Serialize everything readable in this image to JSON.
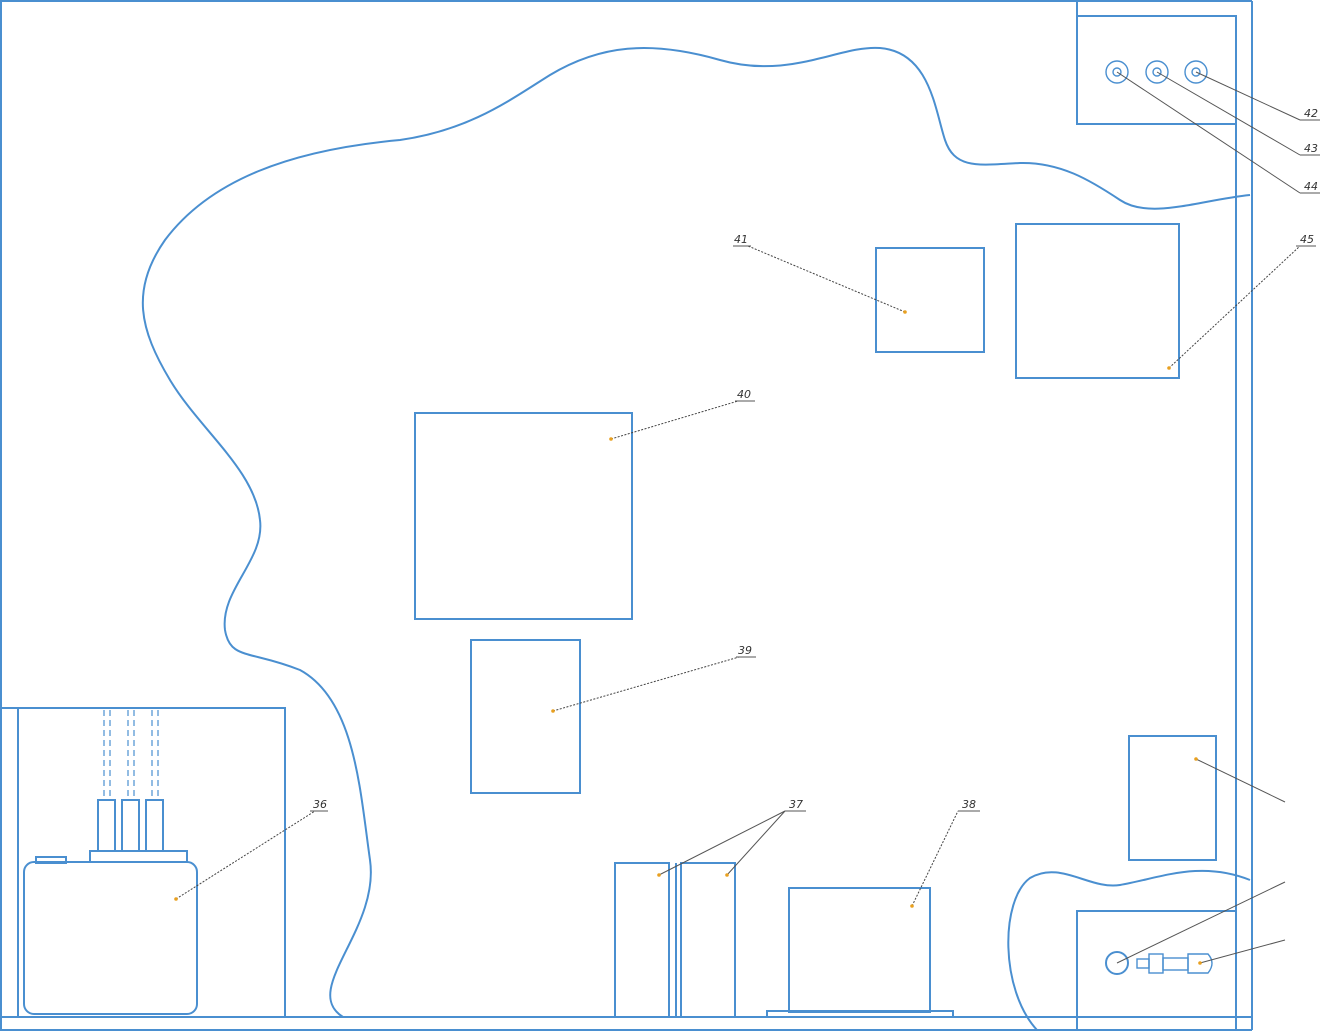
{
  "callouts": {
    "c36": "36",
    "c37": "37",
    "c38": "38",
    "c39": "39",
    "c40": "40",
    "c41": "41",
    "c42": "42",
    "c43": "43",
    "c44": "44",
    "c45": "45"
  },
  "colors": {
    "line": "#4a8fd0",
    "leader": "#444444",
    "marker": "#e8a020"
  }
}
